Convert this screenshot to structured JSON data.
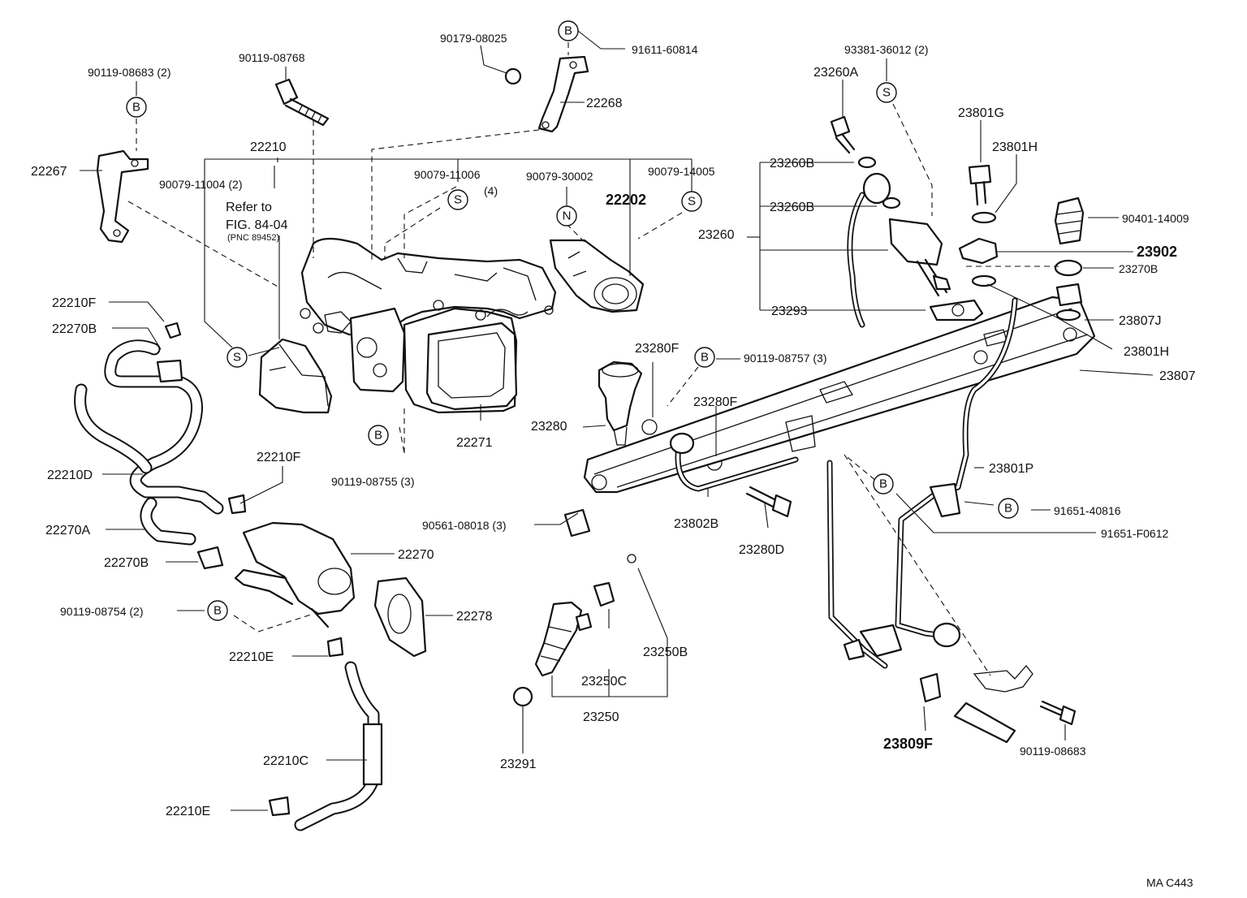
{
  "diagram": {
    "code": "MA  C443",
    "refer_note": {
      "line1": "Refer to",
      "line2": "FIG. 84-04",
      "line3": "(PNC 89452)"
    },
    "symbols": {
      "b": "B",
      "s": "S",
      "n": "N"
    },
    "labels": {
      "p90119_08683_2": "90119-08683 (2)",
      "p90119_08768": "90119-08768",
      "p90179_08025": "90179-08025",
      "p91611_60814": "91611-60814",
      "p22268": "22268",
      "p93381_36012_2": "93381-36012 (2)",
      "p23260a": "23260A",
      "p23801g": "23801G",
      "p23801h_top": "23801H",
      "p22267": "22267",
      "p22210": "22210",
      "p90079_11004_2": "90079-11004 (2)",
      "p90079_11006": "90079-11006",
      "p90079_11006_qty": "(4)",
      "p90079_30002": "90079-30002",
      "p90079_14005": "90079-14005",
      "p22202": "22202",
      "p23260b_1": "23260B",
      "p23260b_2": "23260B",
      "p23260": "23260",
      "p90401_14009": "90401-14009",
      "p23902": "23902",
      "p23270b": "23270B",
      "p23293": "23293",
      "p23807j": "23807J",
      "p22210f_1": "22210F",
      "p22270b_1": "22270B",
      "p23280f_1": "23280F",
      "p90119_08757_3": "90119-08757 (3)",
      "p23801h_bottom": "23801H",
      "p23807": "23807",
      "p23280f_2": "23280F",
      "p23280": "23280",
      "p22271": "22271",
      "p22210d": "22210D",
      "p22210f_2": "22210F",
      "p90119_08755_3": "90119-08755 (3)",
      "p23801p": "23801P",
      "p22270a": "22270A",
      "p90561_08018_3": "90561-08018 (3)",
      "p23802b": "23802B",
      "p91651_40816": "91651-40816",
      "p91651_f0612": "91651-F0612",
      "p22270": "22270",
      "p22270b_2": "22270B",
      "p23280d": "23280D",
      "p90119_08754_2": "90119-08754 (2)",
      "p22278": "22278",
      "p23250b": "23250B",
      "p22210e_1": "22210E",
      "p23250c": "23250C",
      "p23250": "23250",
      "p23809f": "23809F",
      "p90119_08683": "90119-08683",
      "p22210c": "22210C",
      "p23291": "23291",
      "p22210e_2": "22210E"
    }
  }
}
